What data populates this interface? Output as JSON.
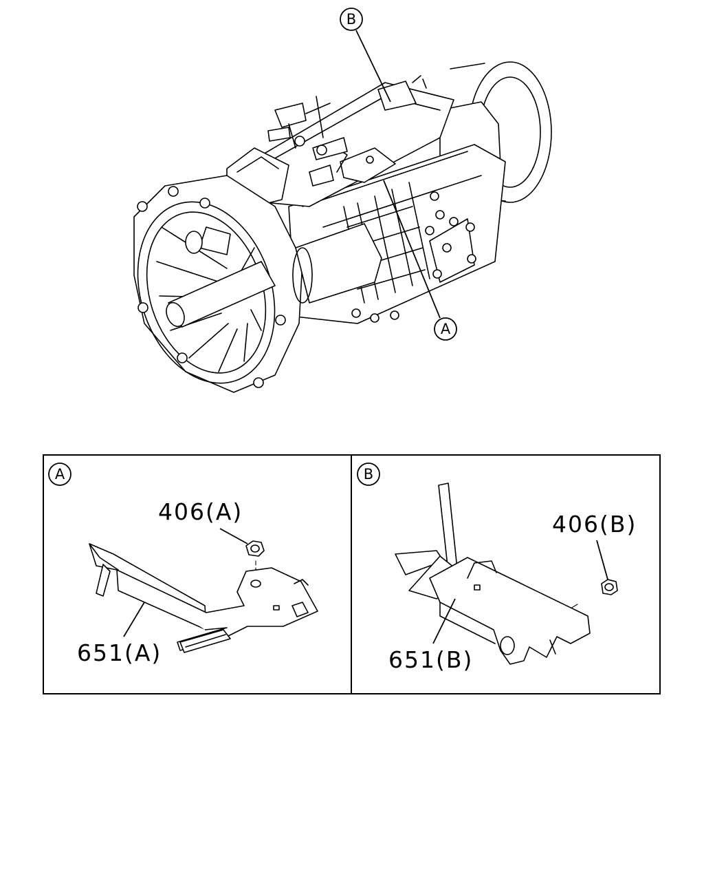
{
  "callouts": {
    "main_a": "A",
    "main_b": "B",
    "panel_a": "A",
    "panel_b": "B"
  },
  "parts": {
    "nut_a": "406(A)",
    "bracket_a": "651(A)",
    "nut_b": "406(B)",
    "bracket_b": "651(B)"
  }
}
